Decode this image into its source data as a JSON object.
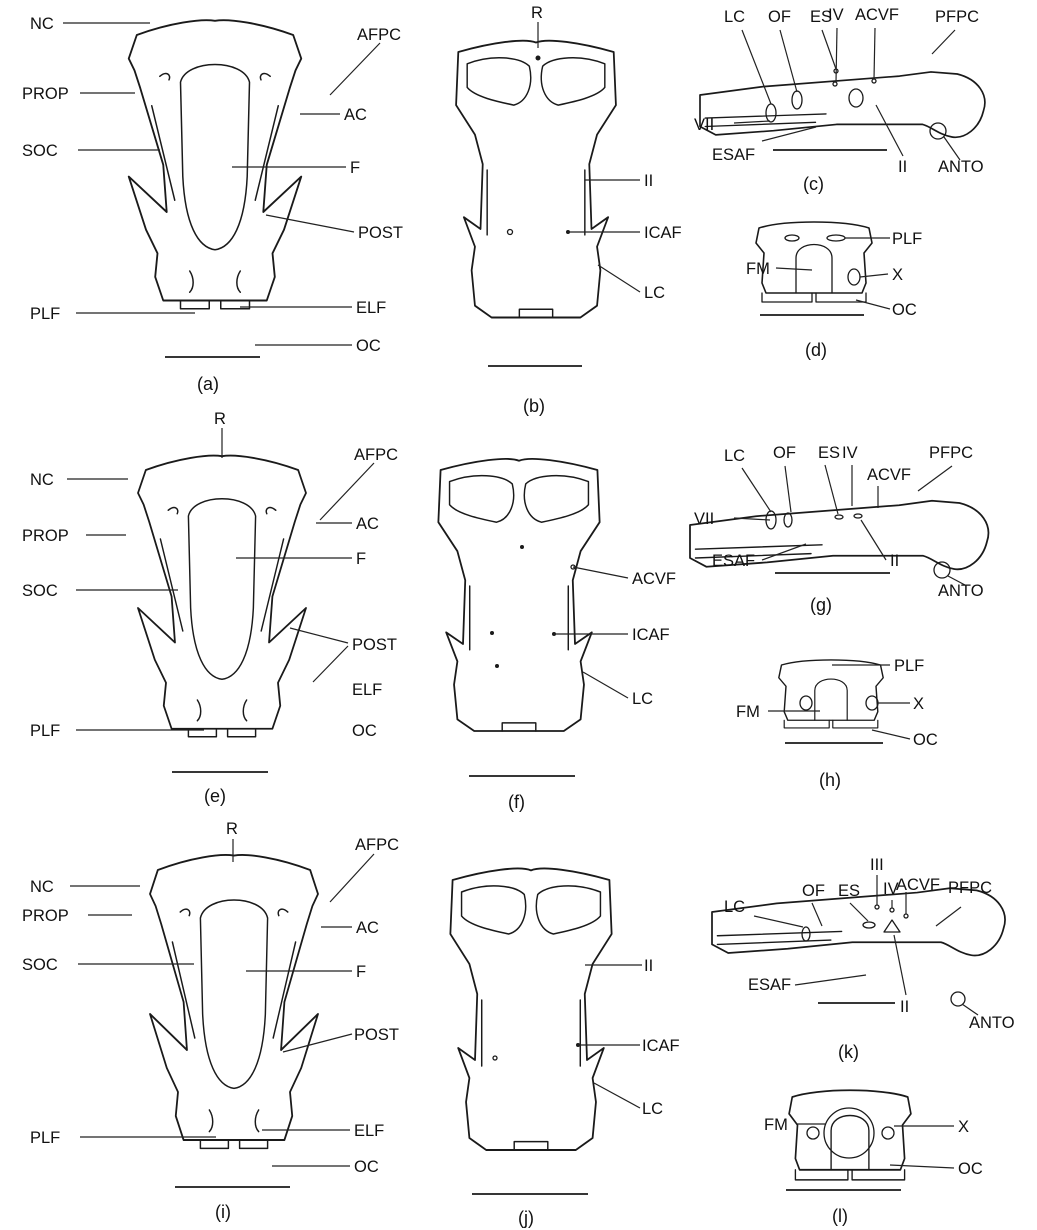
{
  "panels": {
    "a": {
      "caption": "(a)",
      "labels": {
        "nc": "NC",
        "afpc": "AFPC",
        "prop": "PROP",
        "ac": "AC",
        "soc": "SOC",
        "f": "F",
        "post": "POST",
        "plf": "PLF",
        "elf": "ELF",
        "oc": "OC"
      }
    },
    "b": {
      "caption": "(b)",
      "labels": {
        "r": "R",
        "ii": "II",
        "icaf": "ICAF",
        "lc": "LC"
      }
    },
    "c": {
      "caption": "(c)",
      "labels": {
        "lc": "LC",
        "of": "OF",
        "es": "ES",
        "iv": "IV",
        "acvf": "ACVF",
        "pfpc": "PFPC",
        "vii": "VII",
        "esaf": "ESAF",
        "ii": "II",
        "anto": "ANTO"
      }
    },
    "d": {
      "caption": "(d)",
      "labels": {
        "plf": "PLF",
        "fm": "FM",
        "x": "X",
        "oc": "OC"
      }
    },
    "e": {
      "caption": "(e)",
      "labels": {
        "r": "R",
        "nc": "NC",
        "afpc": "AFPC",
        "prop": "PROP",
        "ac": "AC",
        "f": "F",
        "soc": "SOC",
        "post": "POST",
        "elf": "ELF",
        "plf": "PLF",
        "oc": "OC"
      }
    },
    "f": {
      "caption": "(f)",
      "labels": {
        "acvf": "ACVF",
        "icaf": "ICAF",
        "lc": "LC"
      }
    },
    "g": {
      "caption": "(g)",
      "labels": {
        "lc": "LC",
        "of": "OF",
        "es": "ES",
        "iv": "IV",
        "acvf": "ACVF",
        "pfpc": "PFPC",
        "vii": "VII",
        "esaf": "ESAF",
        "ii": "II",
        "anto": "ANTO"
      }
    },
    "h": {
      "caption": "(h)",
      "labels": {
        "plf": "PLF",
        "fm": "FM",
        "x": "X",
        "oc": "OC"
      }
    },
    "i": {
      "caption": "(i)",
      "labels": {
        "r": "R",
        "afpc": "AFPC",
        "nc": "NC",
        "ac": "AC",
        "prop": "PROP",
        "soc": "SOC",
        "f": "F",
        "post": "POST",
        "plf": "PLF",
        "elf": "ELF",
        "oc": "OC"
      }
    },
    "j": {
      "caption": "(j)",
      "labels": {
        "ii": "II",
        "icaf": "ICAF",
        "lc": "LC"
      }
    },
    "k": {
      "caption": "(k)",
      "labels": {
        "iii": "III",
        "lc": "LC",
        "of": "OF",
        "es": "ES",
        "iv": "IV",
        "acvf": "ACVF",
        "pfpc": "PFPC",
        "esaf": "ESAF",
        "ii": "II",
        "anto": "ANTO"
      }
    },
    "l": {
      "caption": "(l)",
      "labels": {
        "fm": "FM",
        "x": "X",
        "oc": "OC"
      }
    }
  }
}
